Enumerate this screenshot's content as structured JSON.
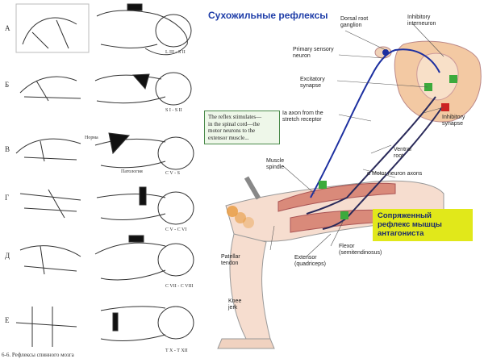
{
  "left_panel": {
    "letters": [
      "А",
      "Б",
      "В",
      "Г",
      "Д",
      "Е"
    ],
    "segments": [
      "L III - S II",
      "S I - S II",
      "C V - S",
      "C V - C VI",
      "C VII - C VIII",
      "T X - T XII"
    ],
    "b_labels": {
      "normal": "Норма",
      "pathology": "Патология"
    },
    "caption": "6-6. Рефлексы спинного мозга"
  },
  "right_panel": {
    "title": "Сухожильные рефлексы",
    "labels": {
      "dorsal_root_ganglion": "Dorsal root\nganglion",
      "inhibitory_interneuron": "Inhibitory\ninterneuron",
      "primary_sensory_neuron": "Primary sensory\nneuron",
      "excitatory_synapse": "Excitatory\nsynapse",
      "ia_axon": "Ia axon from the\nstretch receptor",
      "inhibitory_synapse": "Inhibitory\nsynapse",
      "ventral_root": "Ventral\nroot",
      "alpha_motor": "α Motor neuron axons",
      "muscle_spindle": "Muscle\nspindle",
      "patellar_tendon": "Patellar\ntendon",
      "extensor": "Extensor\n(quadriceps)",
      "flexor": "Flexor\n(semitendinosus)",
      "knee_jerk": "Knee\njerk"
    },
    "stimulus_note": "The reflex stimulates—\nin the spinal cord—the\nmotor neurons to the\nextensor muscle...",
    "highlight_note": "Сопряженный\nрефлекс мышцы\nантагониста"
  },
  "colors": {
    "title": "#1e3da8",
    "sensory_neuron": "#1c2fa0",
    "motor_neuron": "#2a2a5a",
    "muscle": "#d98a7a",
    "excitatory": "#3caa3c",
    "inhibitory": "#cc2222",
    "highlight": "#e1e81a",
    "spinal_cord": "#f3c9a3"
  }
}
